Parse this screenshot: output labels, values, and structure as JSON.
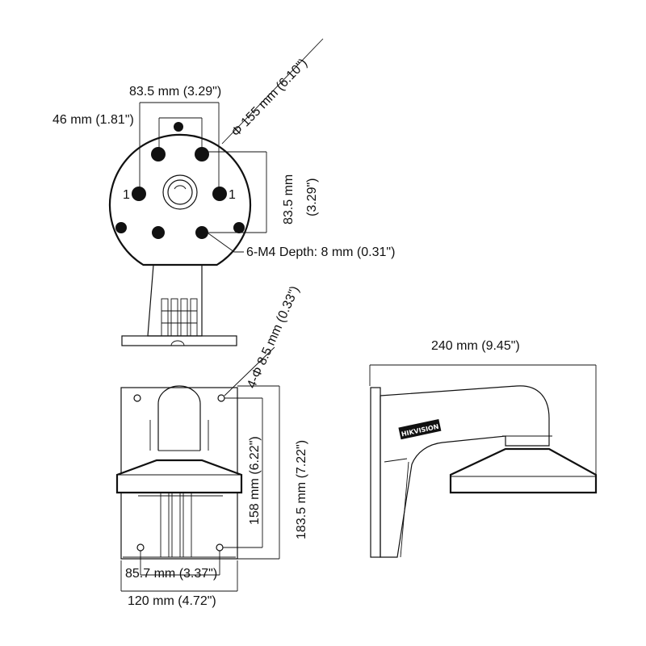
{
  "figure": {
    "top_view": {
      "dim_83_5_horizontal": "83.5 mm (3.29\")",
      "dim_46": "46 mm (1.81\")",
      "dim_diameter_155": "Φ 155 mm (6.10\")",
      "dim_83_5_vertical_line1": "83.5 mm",
      "dim_83_5_vertical_line2": "(3.29\")",
      "thread_callout": "6-M4 Depth: 8 mm (0.31\")",
      "hole_mark_left": "1",
      "hole_mark_right": "1"
    },
    "front_view": {
      "dim_4_holes": "4-Φ 8.5 mm (0.33\")",
      "dim_158": "158 mm (6.22\")",
      "dim_183_5": "183.5 mm (7.22\")",
      "dim_85_7": "85.7 mm (3.37\")",
      "dim_120": "120 mm (4.72\")"
    },
    "side_view": {
      "dim_240": "240 mm (9.45\")",
      "logo_text": "HIKVISION"
    }
  },
  "colors": {
    "line": "#111111",
    "background": "#ffffff"
  }
}
